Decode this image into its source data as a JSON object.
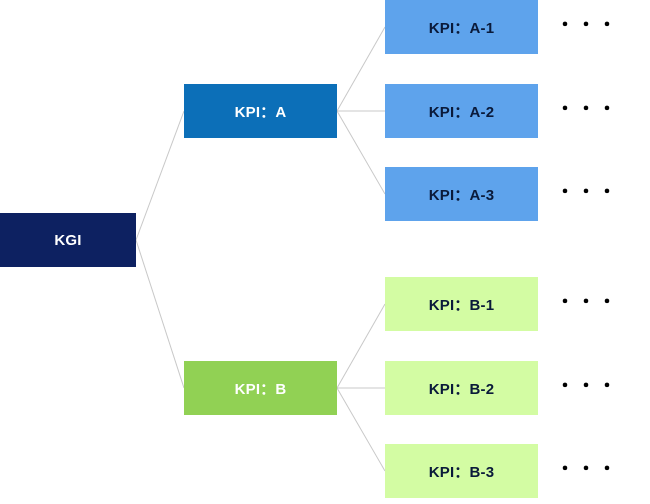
{
  "diagram": {
    "root": {
      "label": "KGI",
      "color": "#0d2161"
    },
    "branches": [
      {
        "label": "KPI：A",
        "color": "#0c6fb8",
        "children": [
          {
            "label": "KPI：A-1",
            "more": "・・・"
          },
          {
            "label": "KPI：A-2",
            "more": "・・・"
          },
          {
            "label": "KPI：A-3",
            "more": "・・・"
          }
        ],
        "child_color": "#5ea3ec"
      },
      {
        "label": "KPI：B",
        "color": "#91d154",
        "children": [
          {
            "label": "KPI：B-1",
            "more": "・・・"
          },
          {
            "label": "KPI：B-2",
            "more": "・・・"
          },
          {
            "label": "KPI：B-3",
            "more": "・・・"
          }
        ],
        "child_color": "#d3fca3"
      }
    ],
    "connector_color": "#c8c8c8"
  }
}
